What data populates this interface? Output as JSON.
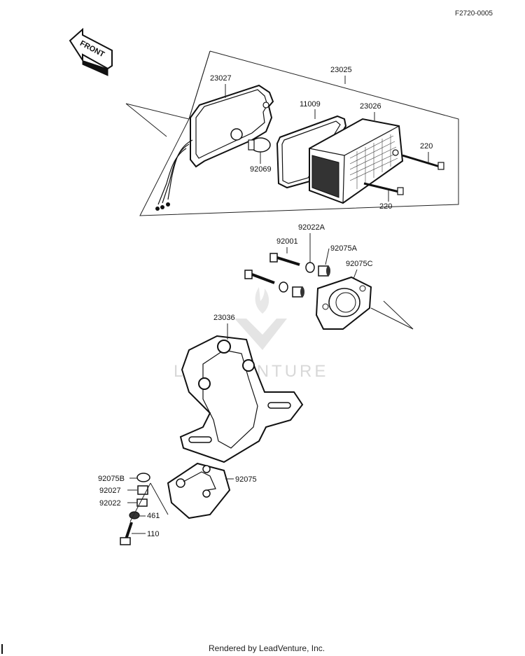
{
  "diagram": {
    "ref_code": "F2720-0005",
    "front_label": "FRONT",
    "watermark": "LEADVENTURE",
    "footer": "Rendered by LeadVenture, Inc.",
    "labels": {
      "p23025": "23025",
      "p23027": "23027",
      "p11009": "11009",
      "p23026": "23026",
      "p220a": "220",
      "p220b": "220",
      "p92069": "92069",
      "p92022A": "92022A",
      "p92001": "92001",
      "p92075A": "92075A",
      "p92075C": "92075C",
      "p23036": "23036",
      "p92075B": "92075B",
      "p92027": "92027",
      "p92022": "92022",
      "p461": "461",
      "p110": "110",
      "p92075": "92075"
    }
  }
}
